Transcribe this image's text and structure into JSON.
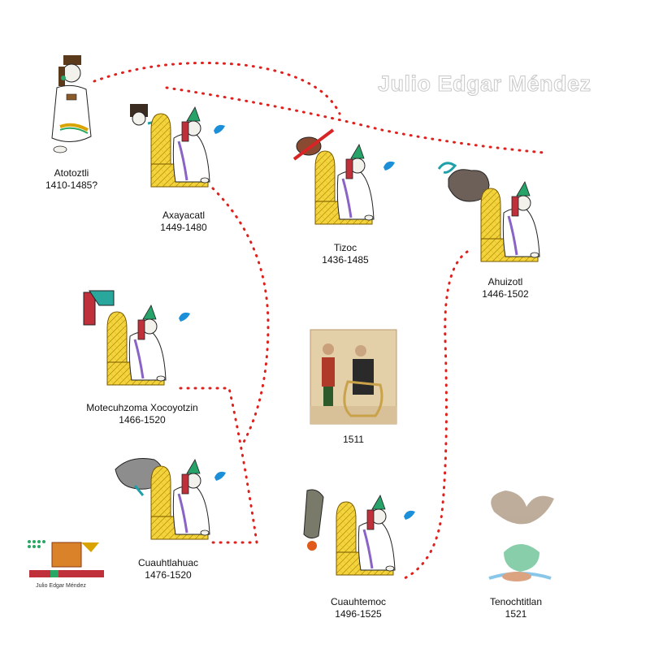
{
  "watermark": "Julio Edgar Méndez",
  "logo": {
    "caption": "Julio Edgar Méndez"
  },
  "nodes": [
    {
      "id": "atotoztli",
      "name": "Atotoztli",
      "dates": "1410-1485?"
    },
    {
      "id": "axayacatl",
      "name": "Axayacatl",
      "dates": "1449-1480"
    },
    {
      "id": "tizoc",
      "name": "Tizoc",
      "dates": "1436-1485"
    },
    {
      "id": "ahuizotl",
      "name": "Ahuizotl",
      "dates": "1446-1502"
    },
    {
      "id": "motecuhzoma",
      "name": "Motecuhzoma Xocoyotzin",
      "dates": "1466-1520"
    },
    {
      "id": "painting",
      "name": "1511",
      "dates": ""
    },
    {
      "id": "cuauhtlahuac",
      "name": "Cuauhtlahuac",
      "dates": "1476-1520"
    },
    {
      "id": "cuauhtemoc",
      "name": "Cuauhtemoc",
      "dates": "1496-1525"
    },
    {
      "id": "tenochtitlan",
      "name": "Tenochtitlan",
      "dates": "1521"
    }
  ],
  "colors": {
    "connector": "#e0201c",
    "throne": "#f2d33a",
    "crown": "#27a36a",
    "speech": "#1b8fd8",
    "robe": "#ffffff"
  }
}
